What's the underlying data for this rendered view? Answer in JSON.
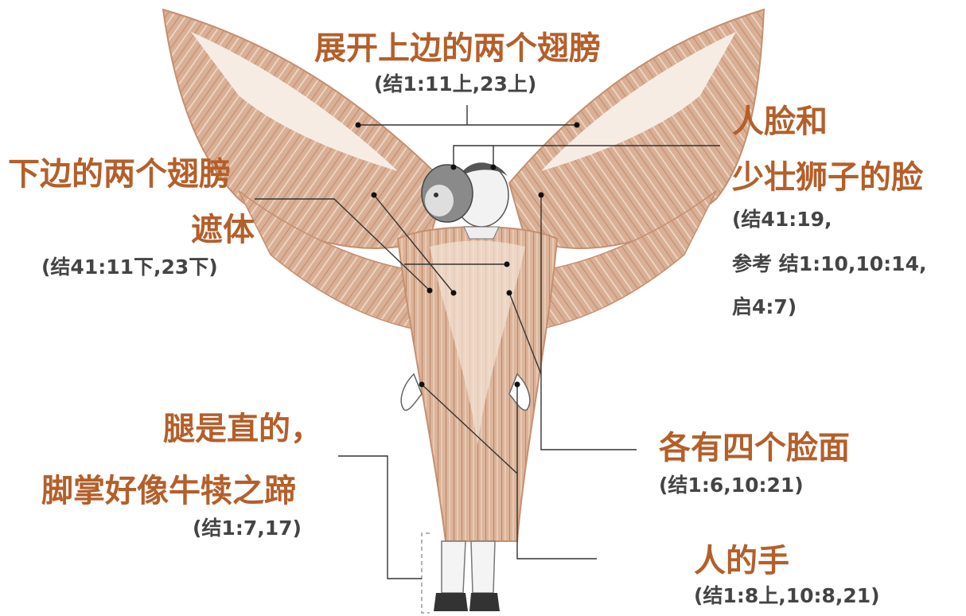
{
  "colors": {
    "heading": "#b45f2a",
    "reference": "#444444",
    "leader": "#333333",
    "wing": "#d7ad90",
    "wing_dark": "#b98466",
    "wing_light": "#f5e6db"
  },
  "labels": {
    "upper_wings": {
      "title": "展开上边的两个翅膀",
      "ref": "(结1:11上,23上)"
    },
    "faces_pair": {
      "line1": "人脸和",
      "line2": "少壮狮子的脸",
      "ref1": "(结41:19,",
      "ref2": "参考 结1:10,10:14,",
      "ref3": "启4:7)"
    },
    "lower_wings": {
      "line1": "下边的两个翅膀",
      "line2": "遮体",
      "ref": "(结41:11下,23下)"
    },
    "four_faces": {
      "title": "各有四个脸面",
      "ref": "(结1:6,10:21)"
    },
    "legs": {
      "line1": "腿是直的，",
      "line2": "脚掌好像牛犊之蹄",
      "ref": "(结1:7,17)"
    },
    "hands": {
      "title": "人的手",
      "ref": "(结1:8上,10:8,21)"
    }
  },
  "figure": {
    "icons": [
      "cherub-figure-icon",
      "lion-face-icon",
      "human-face-icon",
      "calf-hoof-icon"
    ]
  }
}
